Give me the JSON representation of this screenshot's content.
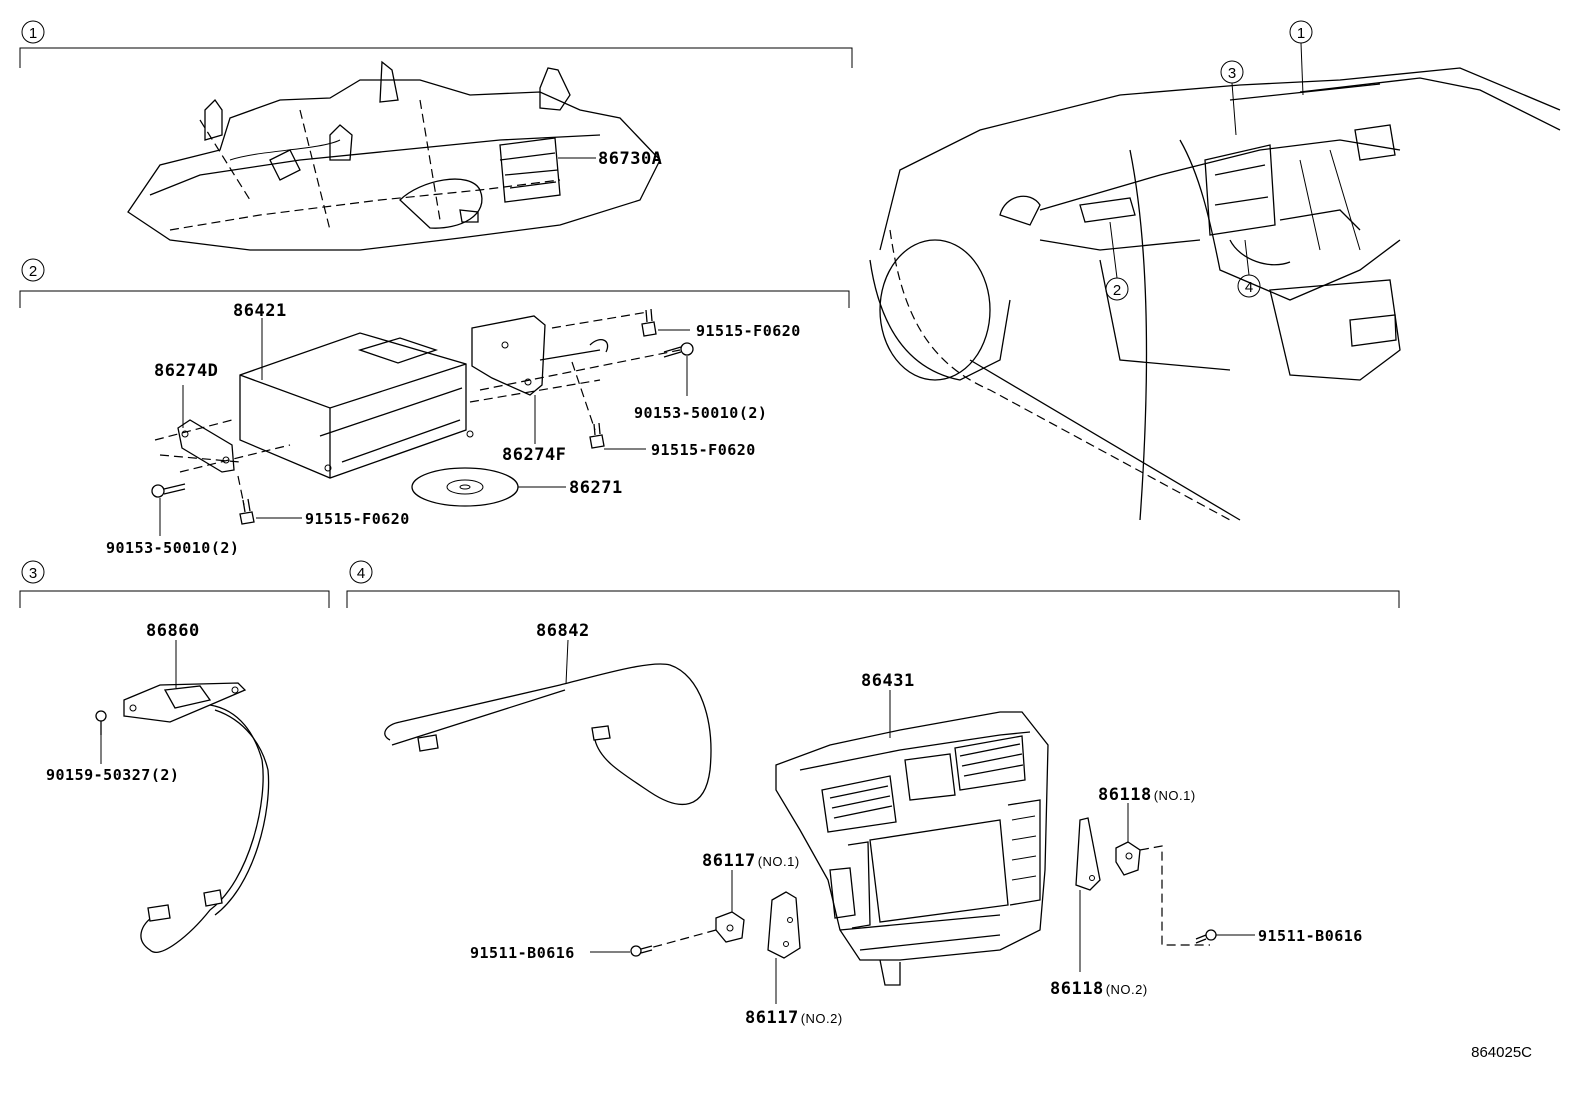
{
  "sections": [
    {
      "label": "1"
    },
    {
      "label": "2"
    },
    {
      "label": "3"
    },
    {
      "label": "4"
    }
  ],
  "car_callouts": [
    "1",
    "3",
    "2",
    "4"
  ],
  "parts": {
    "p86730A": "86730A",
    "p86421": "86421",
    "p86274D": "86274D",
    "p86274F": "86274F",
    "p86271": "86271",
    "p91515_a": "91515-F0620",
    "p91515_b": "91515-F0620",
    "p91515_c": "91515-F0620",
    "p90153_a": "90153-50010(2)",
    "p90153_b": "90153-50010(2)",
    "p86860": "86860",
    "p90159": "90159-50327(2)",
    "p86842": "86842",
    "p86431": "86431",
    "p86118_1": "86118",
    "p86118_1_sfx": "(NO.1)",
    "p86117_1": "86117",
    "p86117_1_sfx": "(NO.1)",
    "p91511_a": "91511-B0616",
    "p91511_b": "91511-B0616",
    "p86117_2": "86117",
    "p86117_2_sfx": "(NO.2)",
    "p86118_2": "86118",
    "p86118_2_sfx": "(NO.2)"
  },
  "diagram_code": "864025C"
}
